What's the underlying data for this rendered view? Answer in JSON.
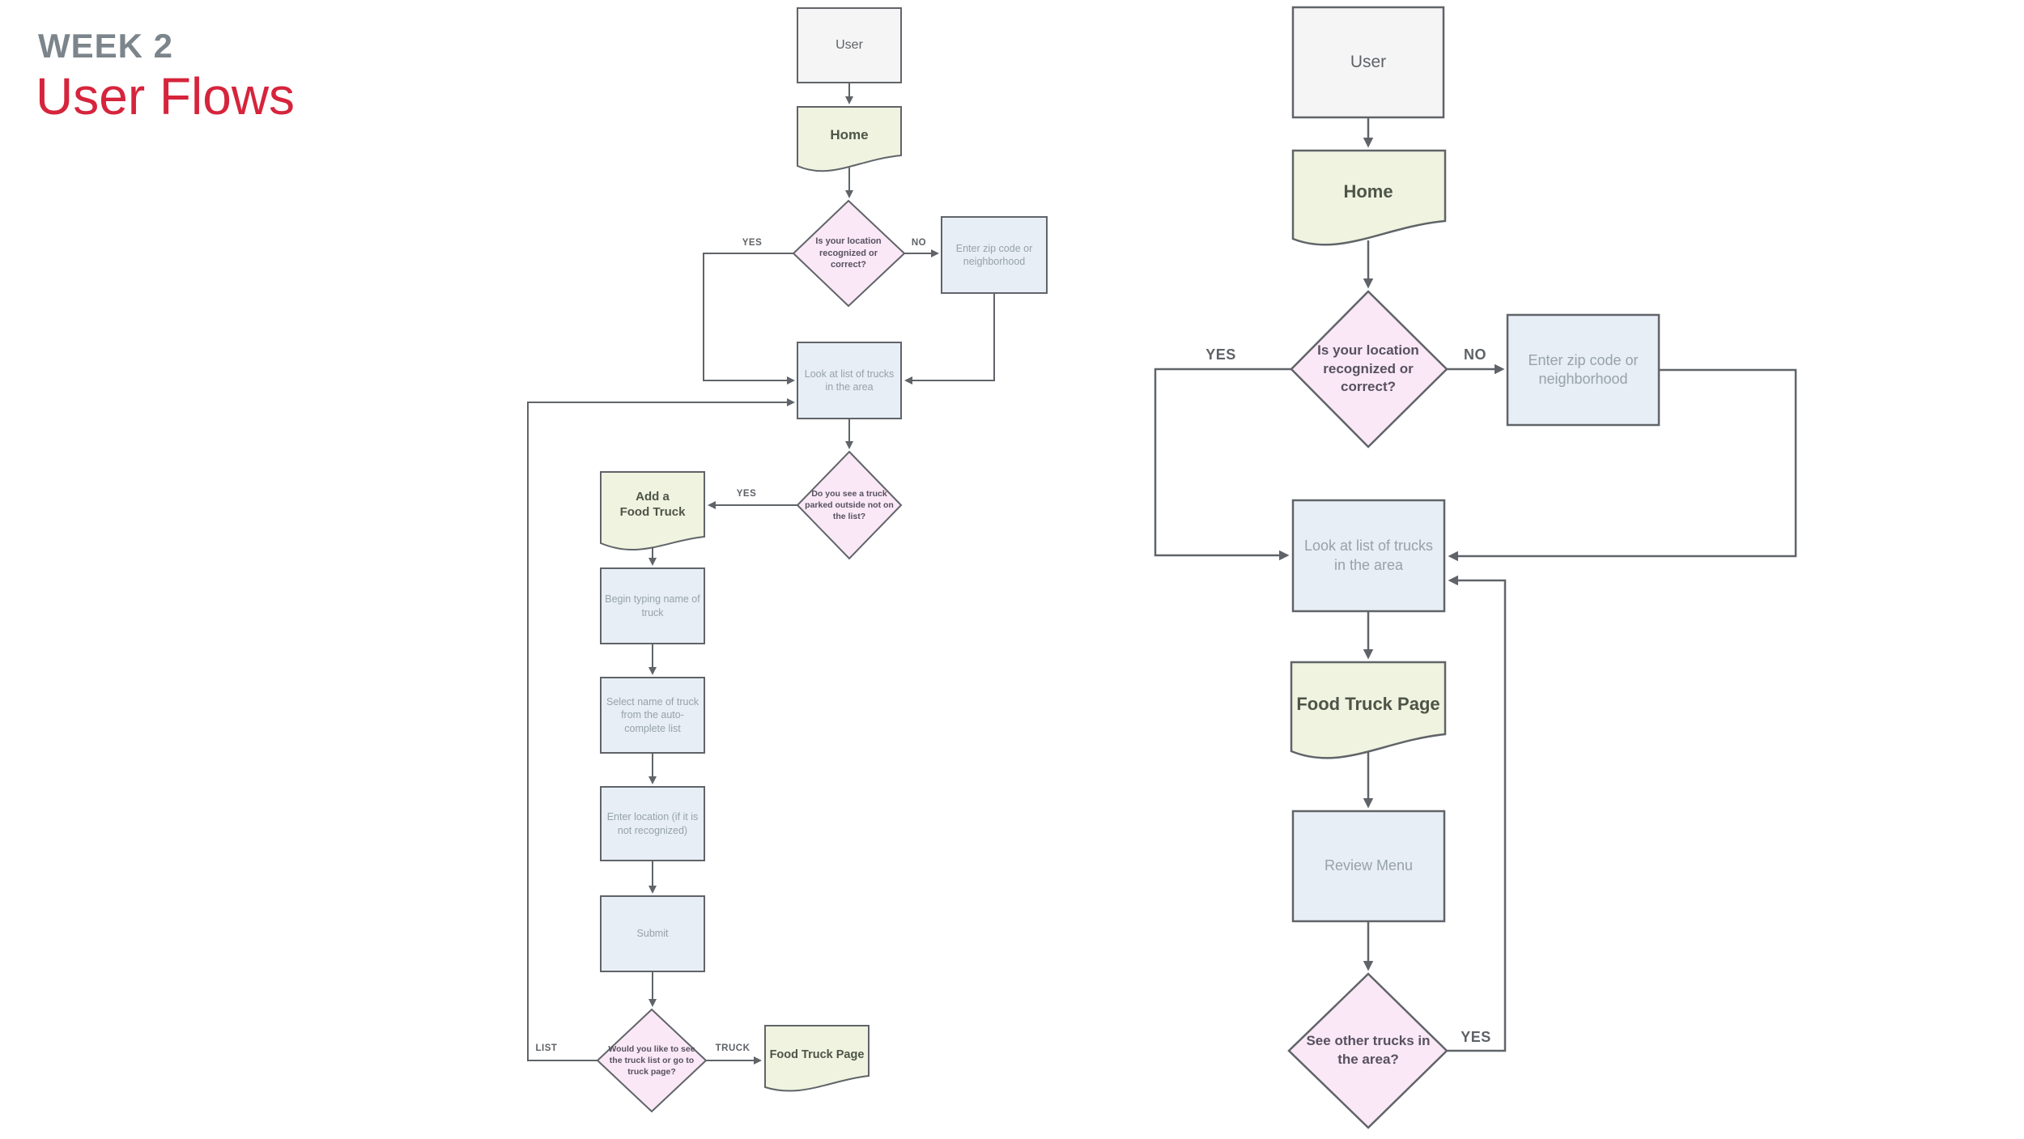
{
  "title": {
    "kicker": "WEEK 2",
    "heading": "User Flows"
  },
  "colors": {
    "stroke": "#606469",
    "pink": "#fae8f6",
    "green": "#eff3df",
    "blue": "#e7eef5",
    "gray": "#f5f5f6",
    "muted": "#97a2ab",
    "dark": "#4f5449",
    "dia": "#57515f",
    "label": "#5e6266",
    "kicker": "#7b858b",
    "accent": "#d6243c"
  },
  "flows": {
    "left": {
      "user": "User",
      "home": "Home",
      "d1": "Is your location recognized or correct?",
      "zip": "Enter zip code or neighborhood",
      "look": "Look at list of trucks in the area",
      "d2": "Do you see a truck parked outside not on the list?",
      "add_truck": "Add a\nFood Truck",
      "begin": "Begin typing name of truck",
      "select": "Select name of truck from the auto-complete list",
      "enter_loc": "Enter location (if it is not recognized)",
      "submit": "Submit",
      "d3": "Would you like to see the truck list or go to truck page?",
      "ftp": "Food Truck Page",
      "labels": {
        "yes1": "YES",
        "no1": "NO",
        "yes2": "YES",
        "list": "LIST",
        "truck": "TRUCK"
      }
    },
    "right": {
      "user": "User",
      "home": "Home",
      "d1": "Is your location recognized or correct?",
      "zip": "Enter zip code or neighborhood",
      "look": "Look at list of trucks in the area",
      "ftp": "Food Truck Page",
      "review": "Review Menu",
      "d2": "See other trucks in the area?",
      "labels": {
        "yes1": "YES",
        "no1": "NO",
        "yes2": "YES"
      }
    }
  }
}
